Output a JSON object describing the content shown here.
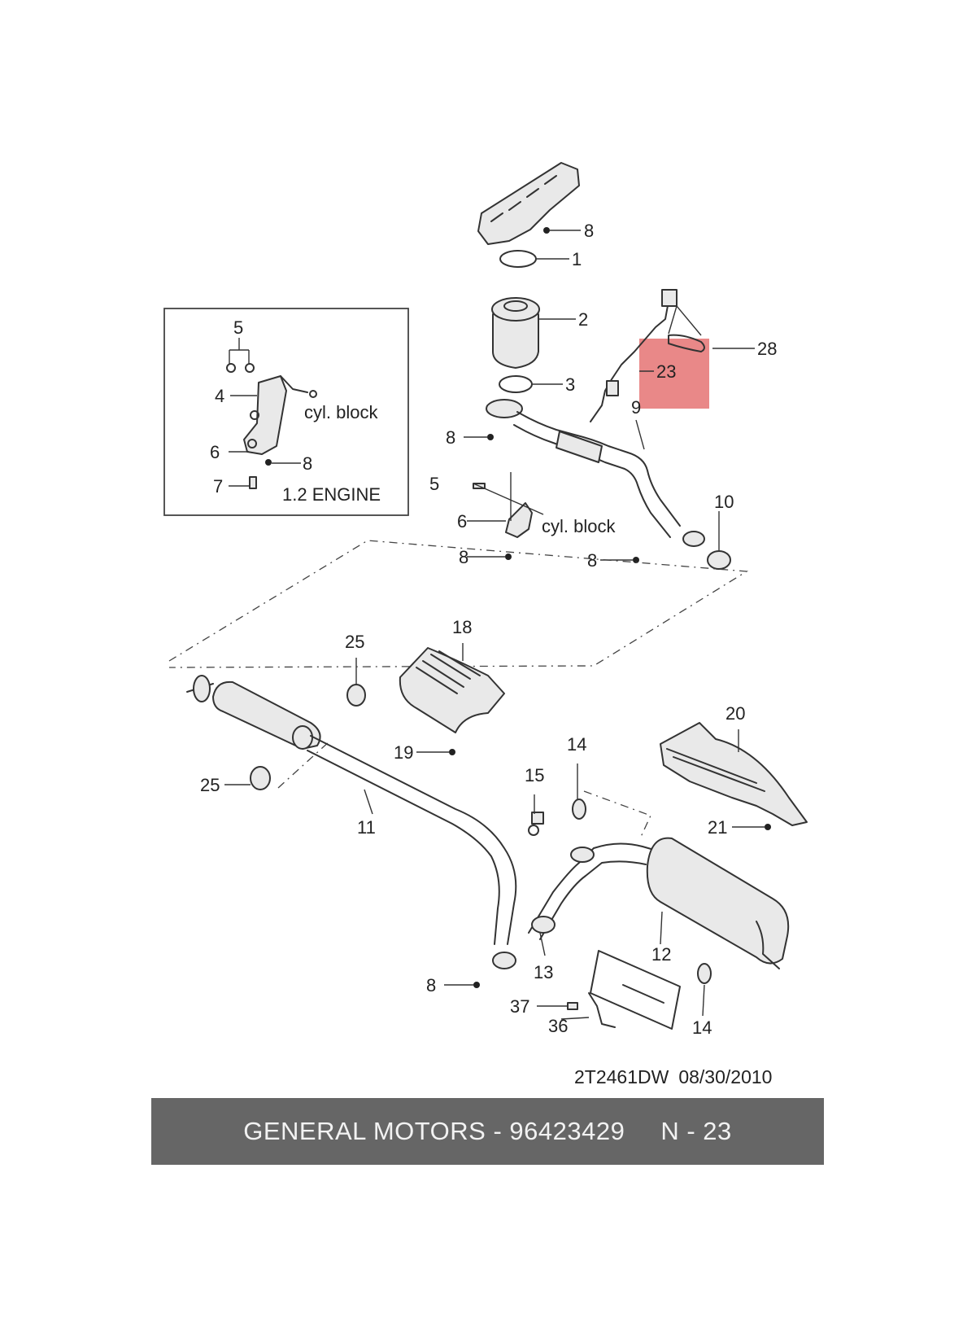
{
  "diagram": {
    "inset": {
      "title": "1.2 ENGINE",
      "note": "cyl. block",
      "callouts": [
        "5",
        "4",
        "6",
        "8",
        "7"
      ]
    },
    "main_note": "cyl. block",
    "callouts": [
      "8",
      "1",
      "2",
      "28",
      "23",
      "3",
      "9",
      "8",
      "5",
      "6",
      "8",
      "10",
      "8",
      "25",
      "18",
      "25",
      "19",
      "11",
      "20",
      "14",
      "15",
      "21",
      "12",
      "13",
      "8",
      "37",
      "36",
      "14"
    ],
    "highlight": {
      "part": "23",
      "color": "#e57373"
    }
  },
  "footer": {
    "drawing_code": "2T2461DW",
    "date": "08/30/2010",
    "brand": "GENERAL MOTORS - 96423429",
    "page": "N - 23",
    "bar_color": "#666666"
  }
}
